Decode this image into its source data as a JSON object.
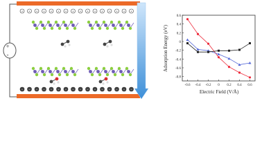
{
  "figure": {
    "battery": {
      "plus_label": "+",
      "minus_label": "-"
    },
    "plate_top_sign": "+",
    "plate_bottom_sign": "-",
    "colors": {
      "plate": "#ec6a28",
      "arrow_top": "#cfe6fb",
      "arrow_bottom": "#3d8fd8",
      "atom_green": "#8ccf3f",
      "atom_purple": "#6e5bb5",
      "molecule_dark": "#444444",
      "molecule_red": "#d93030"
    }
  },
  "chart_data": {
    "type": "line",
    "xlabel": "Electric Field (V/Å)",
    "ylabel": "Adsorption Energy (eV)",
    "x": [
      -0.6,
      -0.4,
      -0.2,
      0.0,
      0.2,
      0.4,
      0.6
    ],
    "xticks": [
      "-0.6",
      "-0.4",
      "-0.2",
      "0",
      "0.2",
      "0.4",
      "0.6"
    ],
    "yticks": [
      "0.6",
      "0.4",
      "0.2",
      "0",
      "-0.2",
      "-0.4",
      "-0.6",
      "-0.8"
    ],
    "xlim": [
      -0.7,
      0.7
    ],
    "ylim": [
      -0.9,
      0.6
    ],
    "series": [
      {
        "color": "#ee2a3a",
        "marker": "circle",
        "values": [
          0.51,
          0.17,
          -0.05,
          -0.36,
          -0.58,
          -0.71,
          -0.82
        ]
      },
      {
        "color": "#5468d8",
        "marker": "triangle",
        "values": [
          0.04,
          -0.18,
          -0.21,
          -0.29,
          -0.39,
          -0.53,
          -0.49
        ]
      },
      {
        "color": "#222222",
        "marker": "square",
        "values": [
          -0.04,
          -0.24,
          -0.24,
          -0.21,
          -0.21,
          -0.19,
          -0.04
        ]
      }
    ]
  }
}
